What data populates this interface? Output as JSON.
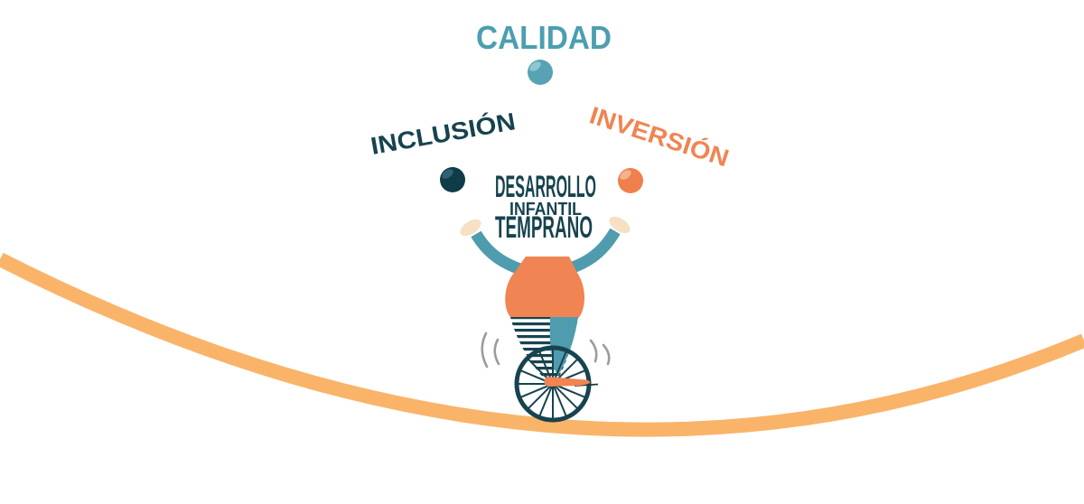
{
  "illustration": {
    "balls": [
      {
        "label": "CALIDAD",
        "ball_color": "#57a3b3",
        "highlight_color": "#8dc7d2",
        "label_color": "#4c9eb0"
      },
      {
        "label": "INCLUSIÓN",
        "ball_color": "#103c48",
        "highlight_color": "#2c6374",
        "label_color": "#17434f"
      },
      {
        "label": "INVERSIÓN",
        "ball_color": "#ef804d",
        "highlight_color": "#f6b28a",
        "label_color": "#f08453"
      }
    ],
    "title_lines": [
      "DESARROLLO",
      "INFANTIL",
      "TEMPRANO"
    ],
    "colors": {
      "title_text": "#17434f",
      "rope": "#f9b469",
      "body_orange": "#f08453",
      "body_teal": "#4f9cae",
      "wheel_dark": "#17434f",
      "skin": "#f7e0c3",
      "motion_gray": "#9b9b9b"
    }
  }
}
